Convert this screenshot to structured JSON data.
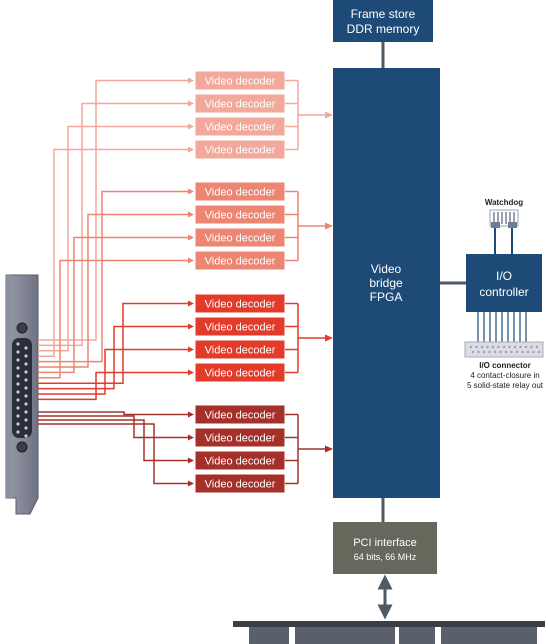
{
  "frame_store": {
    "line1": "Frame store",
    "line2": "DDR memory"
  },
  "fpga": {
    "line1": "Video",
    "line2": "bridge",
    "line3": "FPGA"
  },
  "io_controller": {
    "line1": "I/O",
    "line2": "controller"
  },
  "watchdog": {
    "label": "Watchdog"
  },
  "io_connector": {
    "title": "I/O connector",
    "line1": "4 contact-closure in",
    "line2": "5 solid-state relay out"
  },
  "pci": {
    "title": "PCI interface",
    "subtitle": "64 bits, 66 MHz"
  },
  "decoder_label": "Video decoder",
  "decoder_groups": [
    {
      "color": "#f2a89a",
      "arrow": "#f2a89a"
    },
    {
      "color": "#ec8672",
      "arrow": "#ec8672"
    },
    {
      "color": "#e23b2a",
      "arrow": "#e23b2a"
    },
    {
      "color": "#a5302a",
      "arrow": "#a5302a"
    }
  ],
  "colors": {
    "navy": "#1d4a77",
    "gray_box": "#65685a",
    "bracket": "#7e8291",
    "bus": "#4e5a66"
  }
}
